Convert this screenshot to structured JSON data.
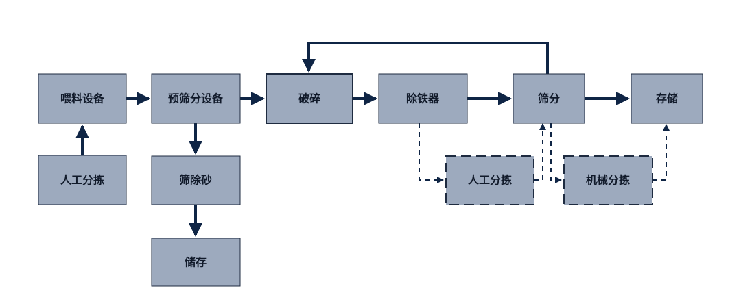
{
  "nodes": {
    "feed": "喂料设备",
    "prescreen": "预筛分设备",
    "crush": "破碎",
    "iron_removal": "除铁器",
    "screen": "筛分",
    "storage_main": "存储",
    "manual_sort_left": "人工分拣",
    "sand_removal": "筛除砂",
    "storage_sand": "储存",
    "manual_sort_right": "人工分拣",
    "mechanical_sort": "机械分拣"
  },
  "colors": {
    "box_fill": "#9daabe",
    "box_border": "#1e2b40",
    "arrow": "#0f2545",
    "text": "#111a2a"
  }
}
